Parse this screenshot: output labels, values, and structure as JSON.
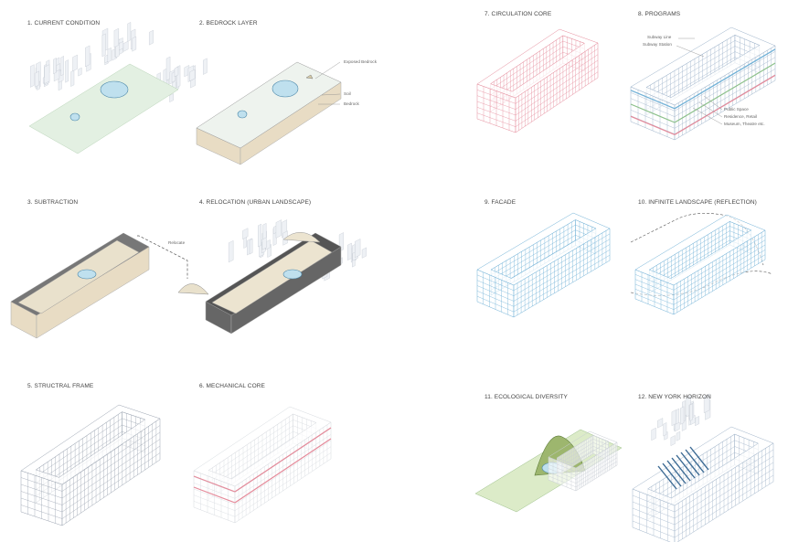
{
  "panels": [
    {
      "id": 1,
      "title": "1. CURRENT CONDITION"
    },
    {
      "id": 2,
      "title": "2. BEDROCK LAYER",
      "annotations": [
        "Exposed Bedrock",
        "Soil",
        "Bedrock"
      ]
    },
    {
      "id": 3,
      "title": "3. SUBTRACTION",
      "annotations": [
        "Relocate"
      ]
    },
    {
      "id": 4,
      "title": "4. RELOCATION (URBAN LANDSCAPE)"
    },
    {
      "id": 5,
      "title": "5. STRUCTRAL FRAME"
    },
    {
      "id": 6,
      "title": "6. MECHANICAL CORE"
    },
    {
      "id": 7,
      "title": "7. CIRCULATION CORE"
    },
    {
      "id": 8,
      "title": "8. PROGRAMS",
      "annotations": [
        "Subway Line",
        "Subway Station",
        "Public Space",
        "Residence, Retail",
        "Museum, Theatre etc."
      ]
    },
    {
      "id": 9,
      "title": "9. FACADE"
    },
    {
      "id": 10,
      "title": "10. INFINITE LANDSCAPE (REFLECTION)"
    },
    {
      "id": 11,
      "title": "11. ECOLOGICAL DIVERSITY"
    },
    {
      "id": 12,
      "title": "12. NEW YORK HORIZON"
    }
  ],
  "colors": {
    "grid": "#9aa3b0",
    "pink": "#e58a9a",
    "blue": "#6fb0d6",
    "green": "#8cc08a",
    "park": "#e3f0e2",
    "water": "#bfe0ee",
    "soil": "#e8dcc4",
    "dark": "#6b6b6b"
  }
}
